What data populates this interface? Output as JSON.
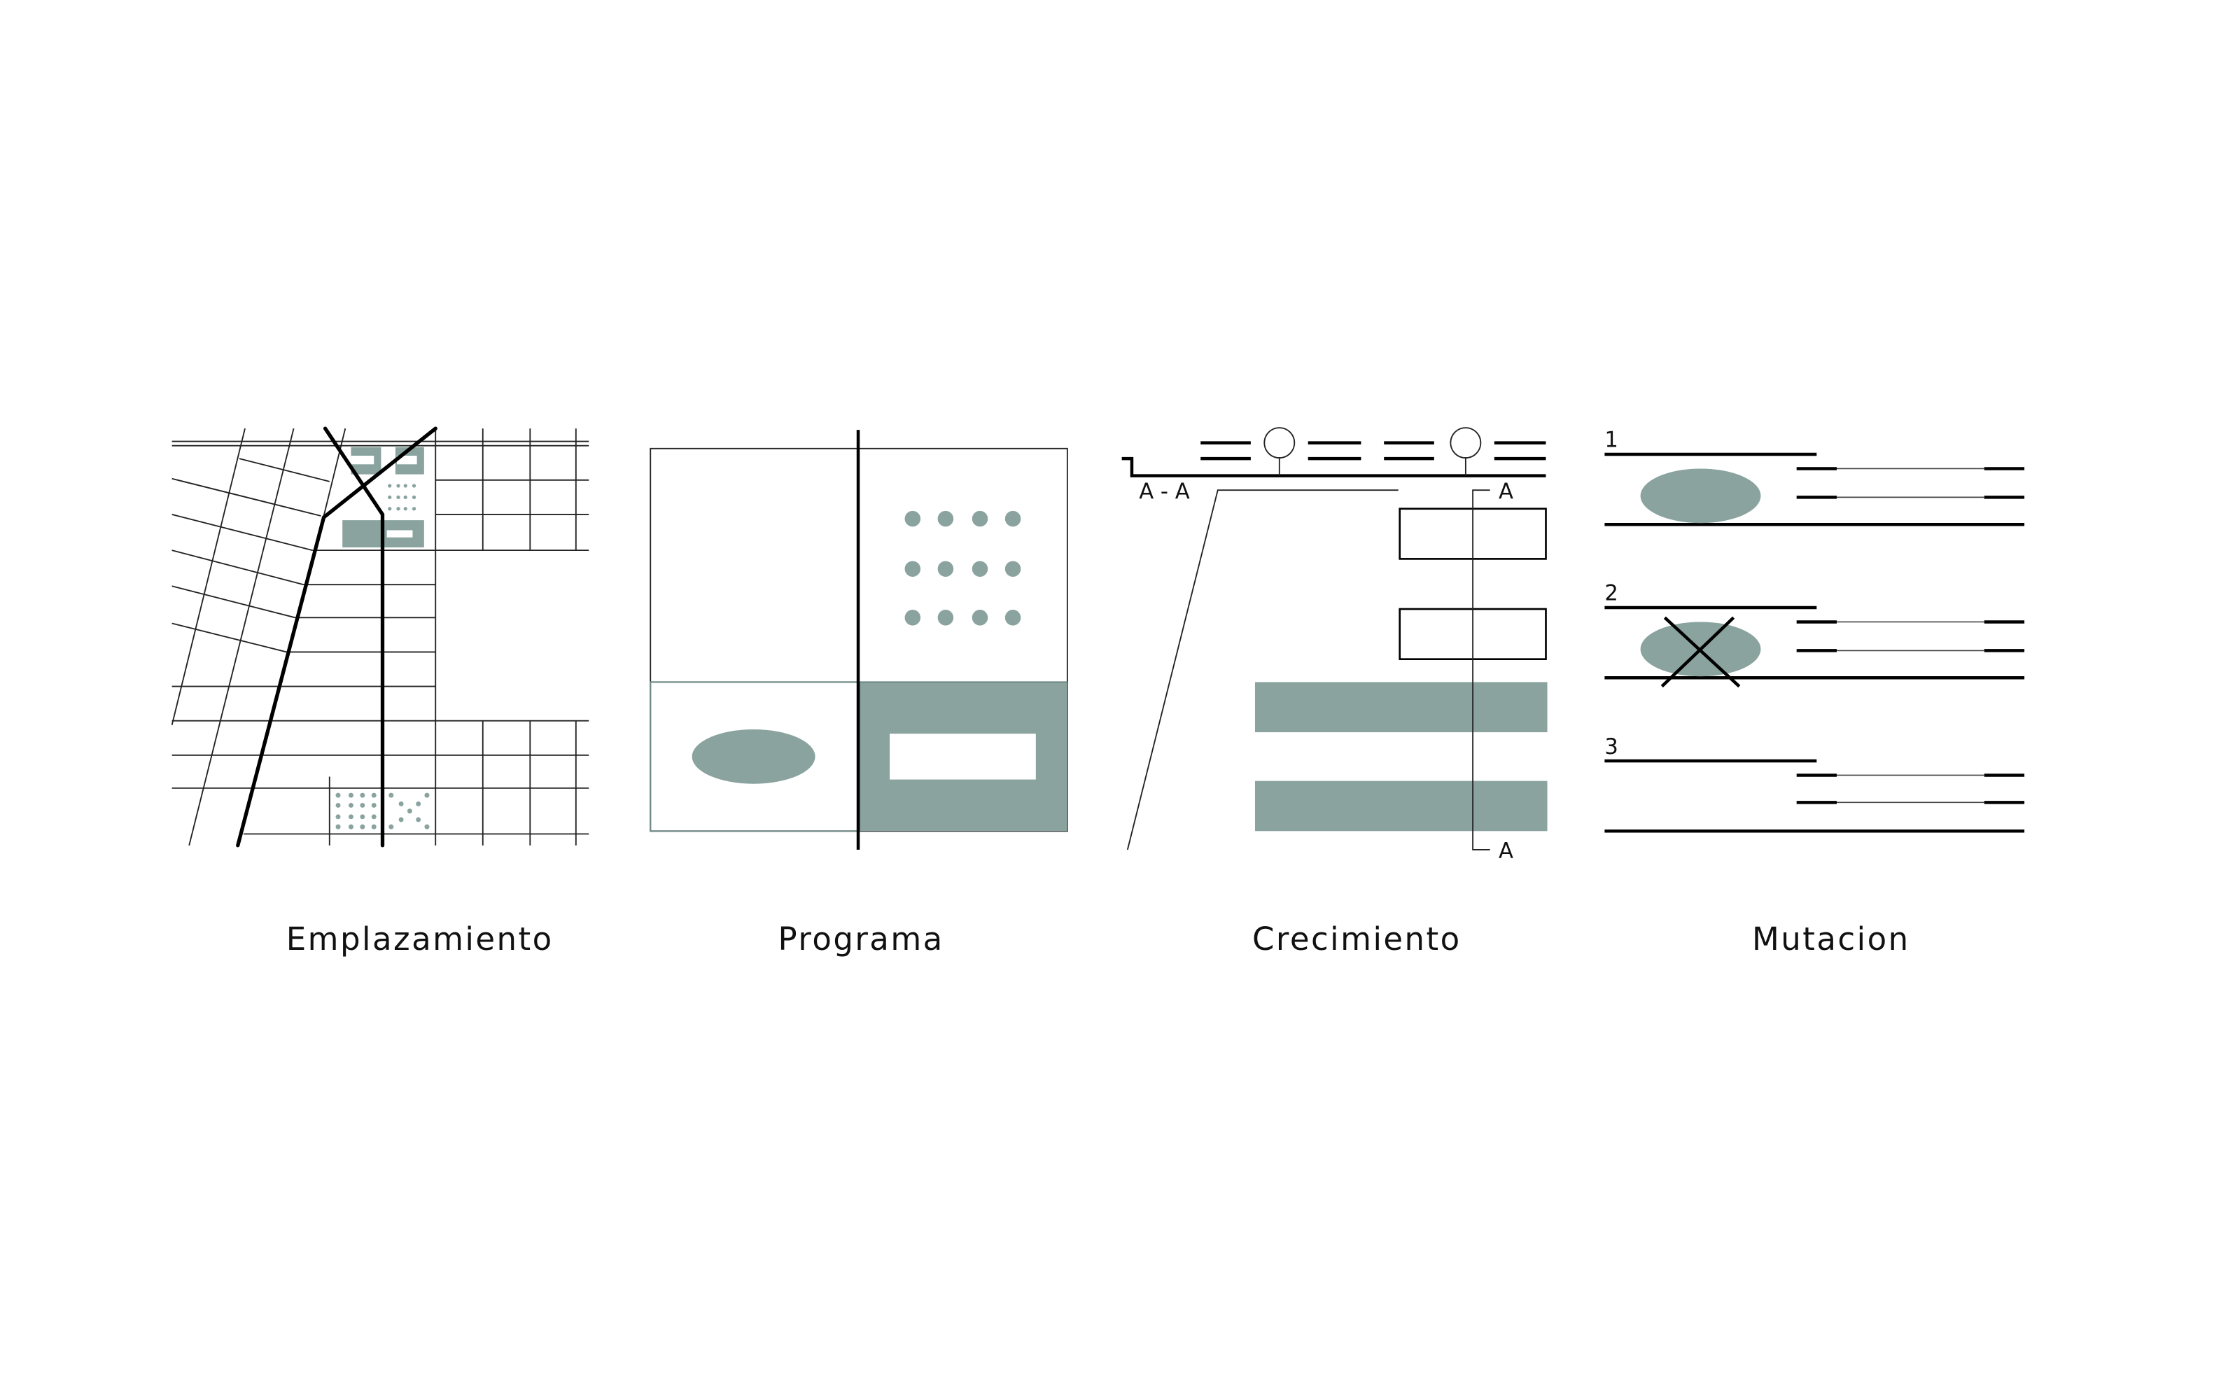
{
  "colors": {
    "accent_fill": "#8aa39f",
    "line": "#000000",
    "background": "#ffffff"
  },
  "panels": [
    {
      "label": "Emplazamiento"
    },
    {
      "label": "Programa"
    },
    {
      "label": "Crecimiento",
      "section_label": "A - A",
      "section_mark_top": "A",
      "section_mark_bottom": "A"
    },
    {
      "label": "Mutacion",
      "steps": [
        "1",
        "2",
        "3"
      ]
    }
  ]
}
